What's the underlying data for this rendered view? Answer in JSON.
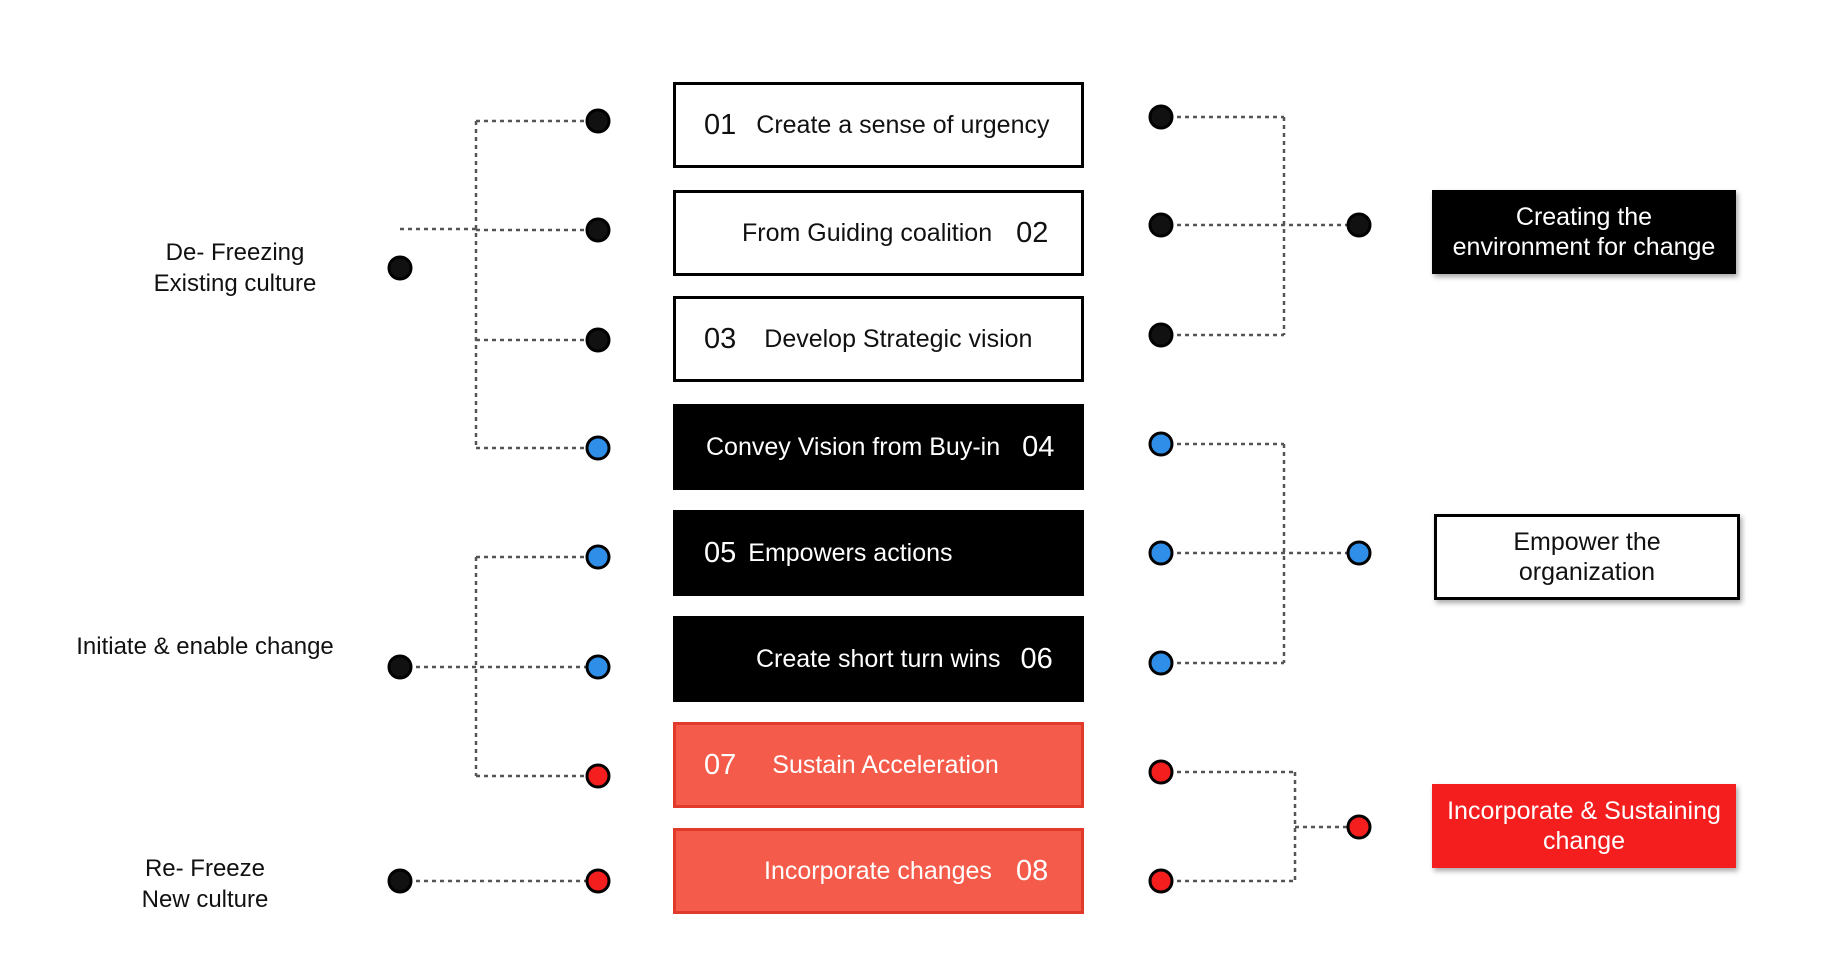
{
  "steps": [
    {
      "num": "01",
      "label": "Create a sense of urgency",
      "style": "white"
    },
    {
      "num": "02",
      "label": "From Guiding coalition",
      "style": "white"
    },
    {
      "num": "03",
      "label": "Develop Strategic vision",
      "style": "white"
    },
    {
      "num": "04",
      "label": "Convey Vision from Buy-in",
      "style": "black"
    },
    {
      "num": "05",
      "label": "Empowers actions",
      "style": "black"
    },
    {
      "num": "06",
      "label": "Create short turn wins",
      "style": "black"
    },
    {
      "num": "07",
      "label": "Sustain Acceleration",
      "style": "red"
    },
    {
      "num": "08",
      "label": "Incorporate changes",
      "style": "red"
    }
  ],
  "phases": [
    {
      "line1": "De- Freezing",
      "line2": "Existing culture"
    },
    {
      "line1": "Initiate & enable change",
      "line2": ""
    },
    {
      "line1": "Re- Freeze",
      "line2": "New culture"
    }
  ],
  "groups": [
    {
      "line1": "Creating the",
      "line2": "environment for change",
      "style": "black"
    },
    {
      "line1": "Empower the",
      "line2": "organization",
      "style": "white"
    },
    {
      "line1": "Incorporate & Sustaining",
      "line2": "change",
      "style": "red"
    }
  ],
  "colors": {
    "black_dot": "#111111",
    "blue_dot": "#2f8fe8",
    "red_dot": "#f41e1e",
    "connector": "#555555",
    "step_red": "#f55b4a",
    "group_red": "#f41e1e"
  }
}
